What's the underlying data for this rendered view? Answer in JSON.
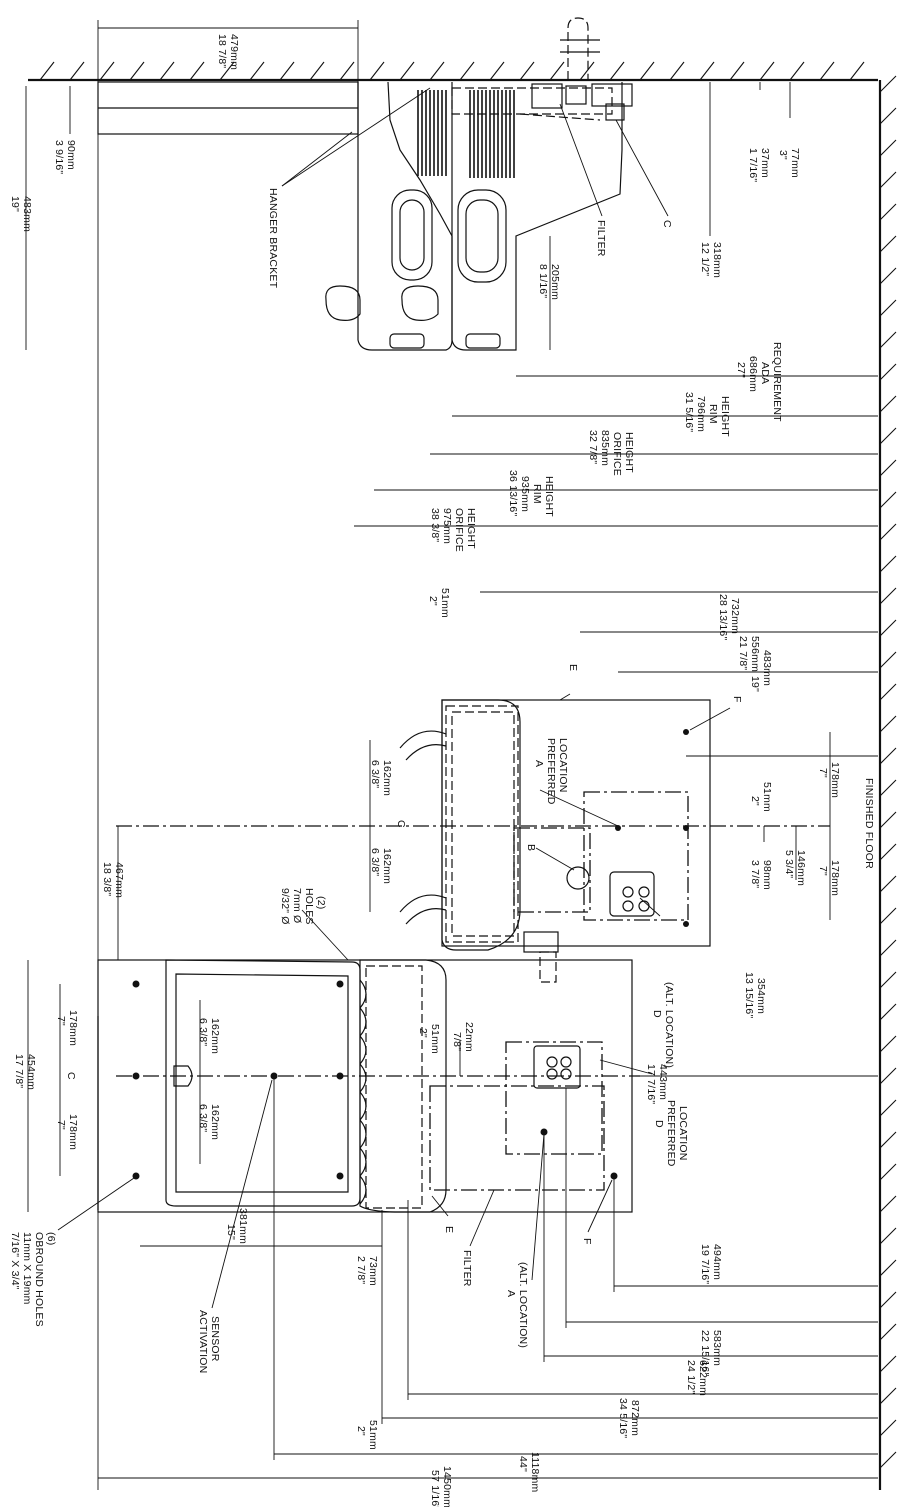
{
  "labels": {
    "d_18_7_8": "18 7/8\"",
    "d_479": "479mm",
    "d_19": "19\"",
    "d_483a": "483mm",
    "d_3_9_16": "3 9/16\"",
    "d_90": "90mm",
    "hanger_bracket": "HANGER BRACKET",
    "d_8_1_16": "8 1/16\"",
    "d_205": "205mm",
    "filter_top": "FILTER",
    "c_top": "C",
    "d_1_7_16": "1 7/16\"",
    "d_37": "37mm",
    "d_3": "3\"",
    "d_77": "77mm",
    "d_12_1_2": "12 1/2\"",
    "d_318": "318mm",
    "d_27": "27\"",
    "d_686": "686mm",
    "ada1": "ADA",
    "ada2": "REQUIREMENT",
    "d_31_5_16": "31 5/16\"",
    "d_796": "796mm",
    "rim1": "RIM",
    "height1": "HEIGHT",
    "d_32_7_8": "32 7/8\"",
    "d_835": "835mm",
    "orifice1": "ORIFICE",
    "height2": "HEIGHT",
    "d_36_13_16": "36 13/16\"",
    "d_935": "935mm",
    "rim2": "RIM",
    "height3": "HEIGHT",
    "d_38_3_8": "38 3/8\"",
    "d_975": "975mm",
    "orifice2": "ORIFICE",
    "height4": "HEIGHT",
    "d_2a": "2\"",
    "d_51a": "51mm",
    "d_28_13_16": "28 13/16\"",
    "d_732": "732mm",
    "d_21_7_8": "21 7/8\"",
    "d_556": "556mm",
    "d_19b": "19\"",
    "d_483b": "483mm",
    "e_mid": "E",
    "f_mid": "F",
    "a_pref": "A",
    "preferred": "PREFERRED",
    "location": "LOCATION",
    "d_6_3_8a": "6 3/8\"",
    "d_162a": "162mm",
    "d_6_3_8b": "6 3/8\"",
    "d_162b": "162mm",
    "cl_mid": "C",
    "b_lbl": "B",
    "d_2b": "2\"",
    "d_51b": "51mm",
    "d_3_7_8": "3 7/8\"",
    "d_98": "98mm",
    "d_5_3_4": "5 3/4\"",
    "d_146": "146mm",
    "d_7a": "7\"",
    "d_178a": "178mm",
    "d_7b": "7\"",
    "d_178b": "178mm",
    "finished_floor": "FINISHED FLOOR",
    "d_13_15_16": "13 15/16\"",
    "d_354": "354mm",
    "d_alt": "D",
    "alt_location_d": "(ALT. LOCATION)",
    "d_18_3_8": "18 3/8\"",
    "d_467": "467mm",
    "holes_a": "9/32\" Ø",
    "holes_b": "7mm Ø",
    "holes_c": "HOLES",
    "holes_d": "(2)",
    "d_17_7_8": "17 7/8\"",
    "d_454": "454mm",
    "d_7c": "7\"",
    "d_178c": "178mm",
    "d_6_3_8c": "6 3/8\"",
    "d_162c": "162mm",
    "d_6_3_8d": "6 3/8\"",
    "d_162d": "162mm",
    "cl_left": "C",
    "d_7d": "7\"",
    "d_178d": "178mm",
    "d_2c": "2\"",
    "d_51c": "51mm",
    "d_7_8": "7/8\"",
    "d_22": "22mm",
    "d_17_7_16": "17 7/16\"",
    "d_443": "443mm",
    "d_pref": "D",
    "preferred2": "PREFERRED",
    "location2": "LOCATION",
    "d_15": "15\"",
    "d_381": "381mm",
    "d_2_7_8": "2 7/8\"",
    "d_73": "73mm",
    "e_left": "E",
    "filter_left": "FILTER",
    "a_alt": "A",
    "alt_location_a": "(ALT. LOCATION)",
    "f_left": "F",
    "d_19_7_16": "19 7/16\"",
    "d_494": "494mm",
    "d_22_15_16": "22 15/16\"",
    "d_583": "583mm",
    "d_24_1_2": "24 1/2\"",
    "d_622": "622mm",
    "d_34_5_16": "34 5/16\"",
    "d_872": "872mm",
    "d_2d": "2\"",
    "d_51d": "51mm",
    "d_44": "44\"",
    "d_1118": "1118mm",
    "d_57_1_16": "57 1/16\"",
    "d_1450": "1450mm",
    "oblong1": "7/16\" X 3/4\"",
    "oblong2": "11mm X 19mm",
    "oblong3": "OBROUND HOLES",
    "oblong4": "(6)",
    "activation1": "ACTIVATION",
    "activation2": "SENSOR"
  }
}
